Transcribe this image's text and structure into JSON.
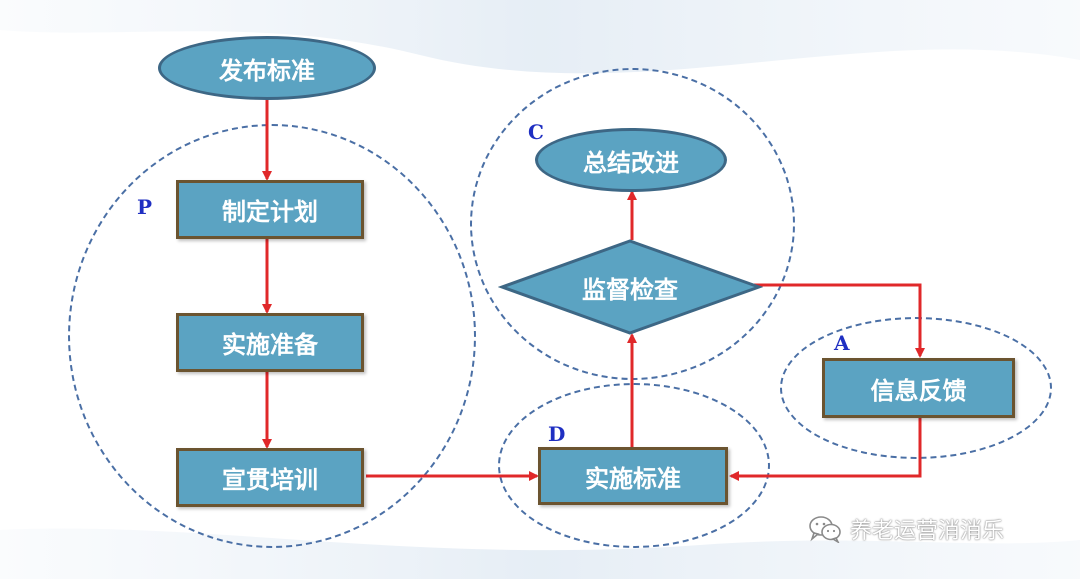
{
  "zones": {
    "p_label": "P",
    "c_label": "C",
    "d_label": "D",
    "a_label": "A"
  },
  "nodes": {
    "publish_standard": "发布标准",
    "make_plan": "制定计划",
    "prepare_implementation": "实施准备",
    "publicize_training": "宣贯培训",
    "implement_standard": "实施标准",
    "supervise_check": "监督检查",
    "summarize_improve": "总结改进",
    "info_feedback": "信息反馈"
  },
  "watermark": {
    "text": "养老运营消消乐",
    "icon": "wechat-icon"
  },
  "colors": {
    "node_fill": "#5ba3c2",
    "node_border": "#3d6785",
    "box_border": "#6b5430",
    "arrow": "#e0282a",
    "zone_border": "#4a6fa5",
    "zone_label": "#1f2fc2"
  }
}
